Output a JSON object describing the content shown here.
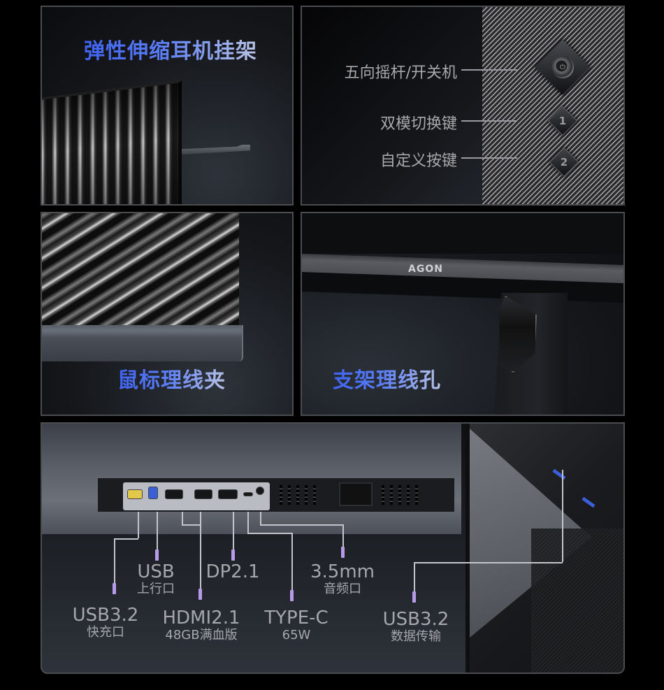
{
  "panels": {
    "headphone_hanger": {
      "heading": "弹性伸缩耳机挂架"
    },
    "controls": {
      "labels": [
        {
          "text": "五向摇杆/开关机",
          "target": "joystick"
        },
        {
          "text": "双模切换键",
          "target": "key-1"
        },
        {
          "text": "自定义按键",
          "target": "key-2"
        }
      ],
      "key_1": "1",
      "key_2": "2",
      "power_glyph": "⏻"
    },
    "mouse_clip": {
      "heading": "鼠标理线夹"
    },
    "stand_hole": {
      "heading": "支架理线孔",
      "brand_logo": "AGON"
    },
    "ports": {
      "items": [
        {
          "main": "USB3.2",
          "sub": "快充口"
        },
        {
          "main": "USB",
          "sub": "上行口"
        },
        {
          "main": "HDMI2.1",
          "sub": "48GB满血版"
        },
        {
          "main": "DP2.1",
          "sub": ""
        },
        {
          "main": "TYPE-C",
          "sub": "65W"
        },
        {
          "main": "3.5mm",
          "sub": "音频口"
        },
        {
          "main": "USB3.2",
          "sub": "数据传输"
        }
      ]
    }
  },
  "colors": {
    "heading_gradient_start": "#3f63f0",
    "heading_gradient_end": "#b9c3e6",
    "label_text": "#a6a7ab",
    "tick_accent": "#b89be8",
    "usb_blue": "#3a5fd6",
    "usb_yellow": "#e3c94a"
  }
}
